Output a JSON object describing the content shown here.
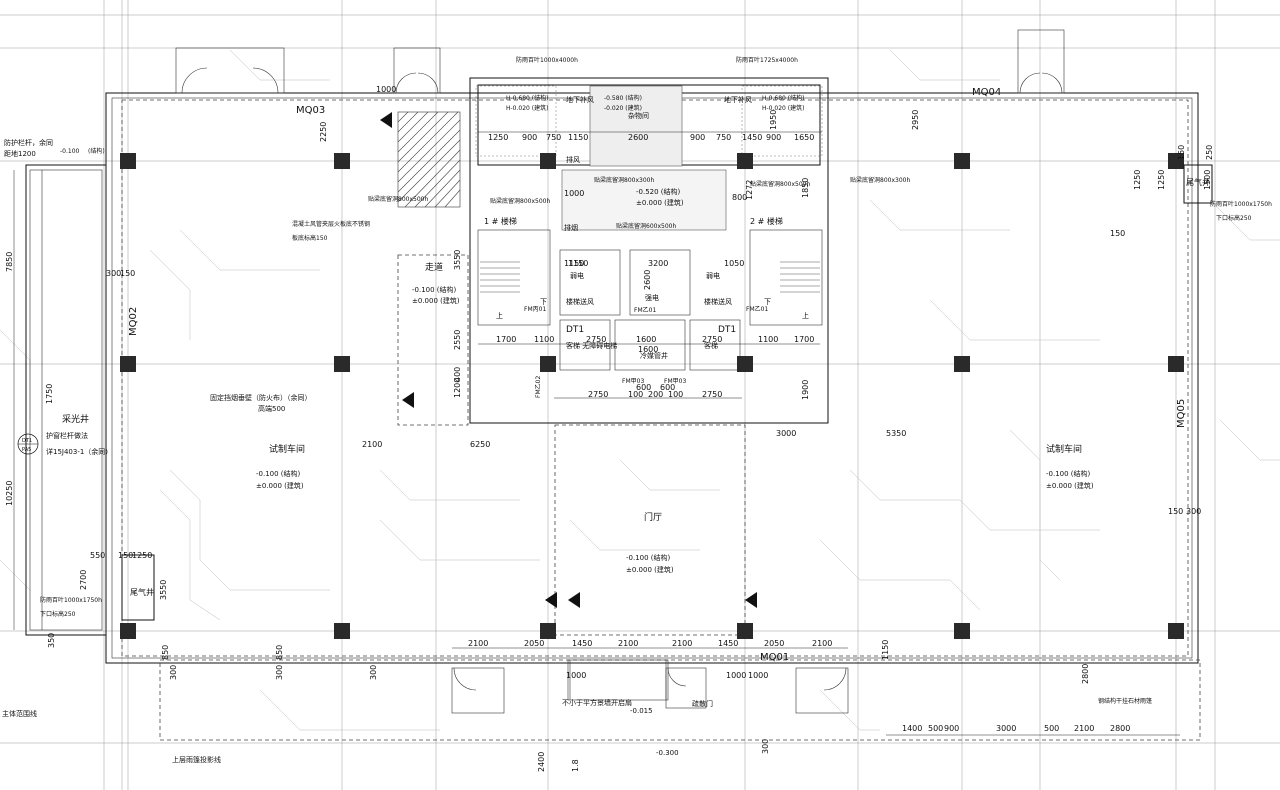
{
  "colors": {
    "line": "#111111",
    "grid": "#999999",
    "column": "#2a2a2a",
    "background": "#ffffff"
  },
  "curtain_walls": {
    "top_left": "MQ03",
    "top_right": "MQ04",
    "left": "MQ02",
    "right": "MQ05",
    "bottom": "MQ01"
  },
  "rooms": {
    "left_workshop": "试制车间",
    "right_workshop": "试制车间",
    "lobby": "门厅",
    "corridor": "走道",
    "light_well": "采光井",
    "exhaust_shaft_left": "尾气井",
    "exhaust_shaft_right": "尾气井",
    "stair_left": "1 # 楼梯",
    "stair_right": "2 # 楼梯",
    "lift_left": "客梯\n无障碍电梯",
    "lift_right": "客梯",
    "cooling_shaft": "冷媒管井",
    "elec_left": "弱电",
    "elec_right": "弱电",
    "strong_elec": "强电",
    "fan_left": "楼梯送风",
    "fan_right": "楼梯送风",
    "sewage": "排烟",
    "sundry": "杂物间",
    "air_left": "地下补风",
    "air_right": "地下补风",
    "water_left": "排风",
    "dt_left": "DT1",
    "dt_right": "DT1",
    "up": "上",
    "down": "下"
  },
  "notes": {
    "fire_smoke": "固定挡烟垂壁（防火布）（余同）",
    "fire_smoke_h": "高端500",
    "guard_rail": "防护栏杆，余同",
    "guard_rail_h": "距地1200",
    "guard_rail2": "护窗栏杆做法",
    "guard_rail3": "详15J403-1（余同）",
    "beam_bottom1": "贴梁底留洞800x500h",
    "beam_bottom2": "贴梁底留洞800x500h",
    "beam_bottom3": "贴梁底留洞800x300h",
    "beam_bottom4": "贴梁底留洞800x300h",
    "beam_bottom5": "贴梁底留洞600x500h",
    "beam_bottom6": "贴梁底留洞800x500h",
    "smoke_wall": "混凝土风管夹层火板底不锈钢",
    "smoke_wall_h": "板底标高150",
    "rain_door1": "防雨百叶1000x4000h",
    "rain_door2": "防雨百叶1725x4000h",
    "rain_door3": "防雨百叶1000x1750h",
    "rain_door3_sub": "下口标高250",
    "rain_door4": "防雨百叶1000x1750h",
    "rain_door4_sub": "下口标高250",
    "slope": "不小于平方景墙开启扇",
    "fire_door": "疏散门",
    "canopy": "钢结构干挂石材雨篷",
    "main_line": "主体范围线",
    "upper_proj": "上层雨篷投影线",
    "fm1": "FM丙01",
    "fm2": "FM乙02",
    "fm3": "FM甲03",
    "fm4": "FM甲03",
    "fm5": "FM乙01",
    "fm6": "FM乙01",
    "dt_tag": "DT1\nPA5"
  },
  "elevations": {
    "left_ws": [
      "-0.100 (结构)",
      "±0.000 (建筑)"
    ],
    "right_ws": [
      "-0.100 (结构)",
      "±0.000 (建筑)"
    ],
    "lobby": [
      "-0.100 (结构)",
      "±0.000 (建筑)"
    ],
    "corridor": [
      "-0.100 (结构)",
      "±0.000 (建筑)"
    ],
    "core_mid": [
      "-0.520 (结构)",
      "±0.000 (建筑)"
    ],
    "top_left": [
      "H-0.680 (结构)",
      "H-0.020 (建筑)"
    ],
    "top_mid": [
      "-0.580 (结构)",
      "-0.020 (建筑)"
    ],
    "top_right": [
      "H-0.680 (结构)",
      "H-0.020 (建筑)"
    ],
    "guard_left": [
      "-0.100",
      "(结构)"
    ],
    "entry": "-0.015",
    "ramp": "-0.300"
  },
  "dimensions": {
    "bottom_row": [
      "2100",
      "2050",
      "1450",
      "2100",
      "2100",
      "1450",
      "2050",
      "2100"
    ],
    "bottom_row2": [
      "1400",
      "500",
      "900",
      "3000",
      "500",
      "2100",
      "2800"
    ],
    "mid_row": [
      "2750",
      "100",
      "200",
      "100",
      "2750"
    ],
    "mid_row2": [
      "600",
      "600"
    ],
    "stair_row": [
      "1700",
      "1100",
      "2750",
      "1600",
      "2750",
      "1100",
      "1700"
    ],
    "left_vert": [
      "7850",
      "10250"
    ],
    "core_top": [
      "1250",
      "900",
      "750",
      "1150",
      "2600",
      "900",
      "750",
      "1450",
      "900",
      "1650"
    ],
    "misc": [
      "2100",
      "6250",
      "3000",
      "5350",
      "1000",
      "1000",
      "1000",
      "1000",
      "2950",
      "2250",
      "3550",
      "2550",
      "300",
      "150",
      "150",
      "300",
      "1250",
      "1750",
      "1150",
      "1200",
      "1850",
      "2800",
      "300",
      "300",
      "300",
      "150",
      "850",
      "850",
      "1150",
      "2700",
      "3550",
      "550",
      "150",
      "1250",
      "350",
      "1900",
      "1950",
      "1272",
      "800",
      "3200",
      "1050",
      "1150",
      "1600",
      "2600",
      "400",
      "2400",
      "1.8",
      "300",
      "1000",
      "150",
      "250",
      "1500",
      "1250"
    ]
  }
}
